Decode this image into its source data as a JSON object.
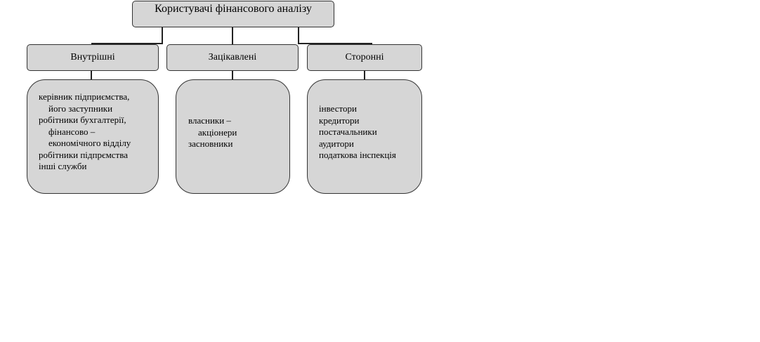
{
  "title": "Користувачі фінансового аналізу",
  "categories": [
    {
      "label": "Внутрішні",
      "items": [
        "керівник підприємства,",
        "його заступники",
        "робітники бухгалтерії,",
        "фінансово –",
        "економічного відділу",
        "робітники підпрємства",
        "інші служби"
      ]
    },
    {
      "label": "Зацікавлені",
      "items": [
        "власники –",
        "акціонери",
        "засновники"
      ]
    },
    {
      "label": "Сторонні",
      "items": [
        "інвестори",
        "кредитори",
        "постачальники",
        "аудитори",
        "податкова інспекція"
      ]
    }
  ]
}
